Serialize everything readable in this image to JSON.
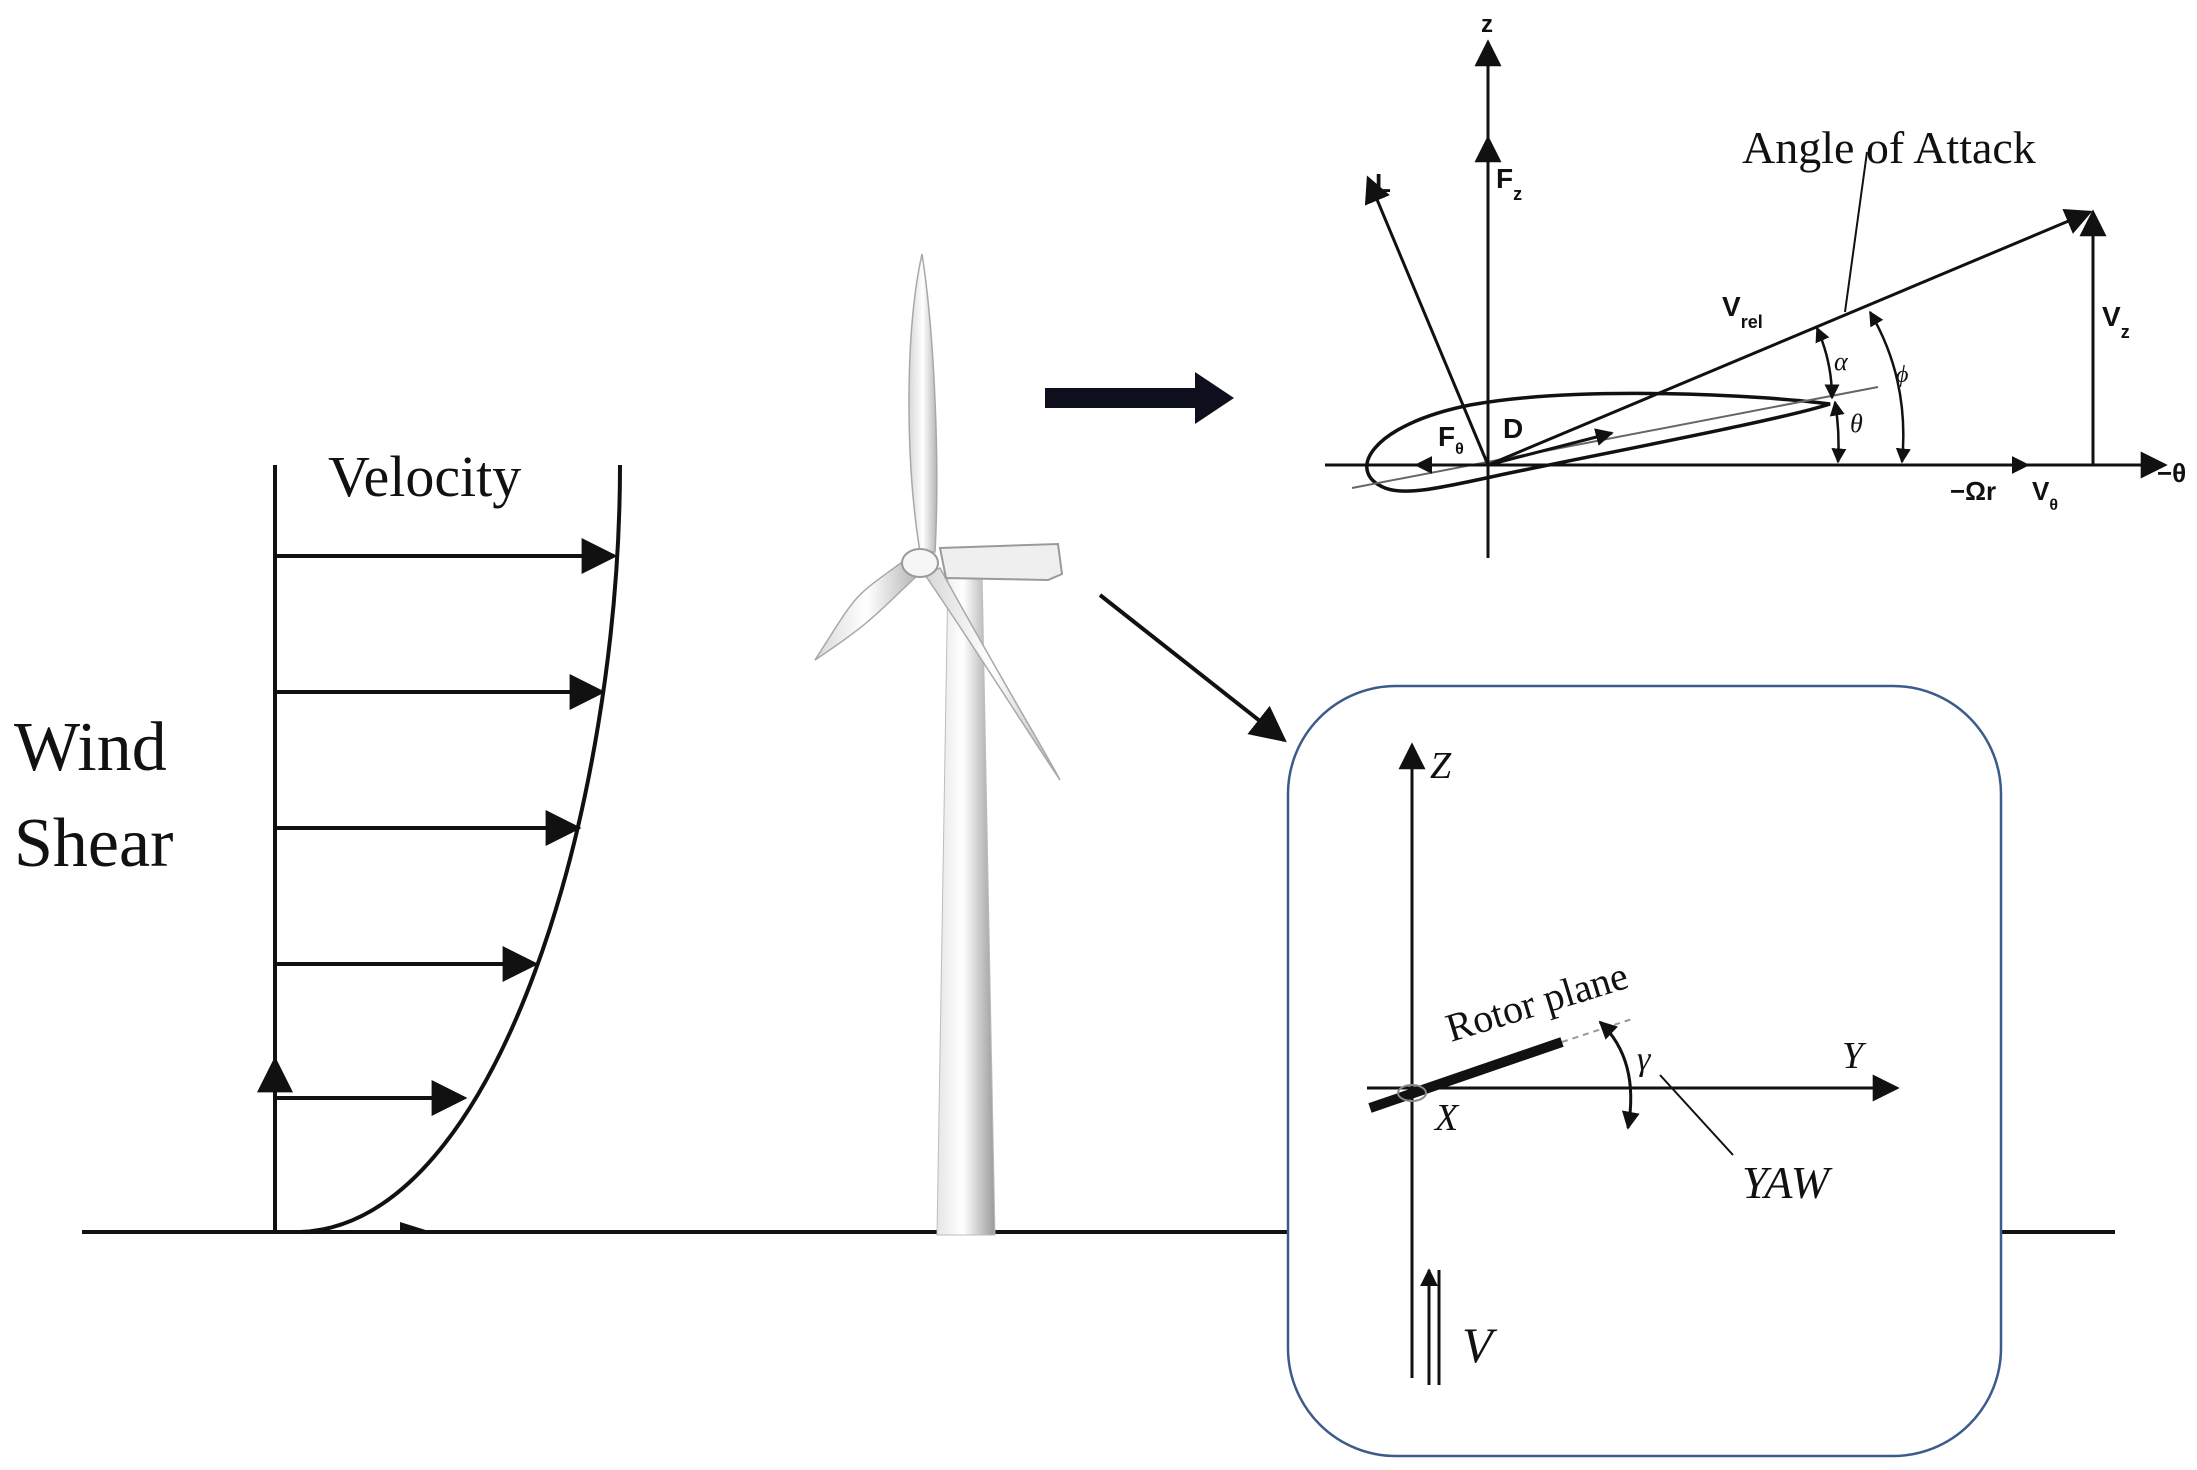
{
  "colors": {
    "ink": "#111111",
    "tower_light": "#f2f2f2",
    "tower_dark": "#9a9a9a",
    "inset_border": "#3b5b8a"
  },
  "wind_shear": {
    "title_line1": "Wind",
    "title_line2": "Shear",
    "velocity_label": "Velocity"
  },
  "airfoil": {
    "axis_z": "z",
    "lift": "L",
    "fz_main": "F",
    "fz_sub": "z",
    "angle_of_attack": "Angle of Attack",
    "vrel_main": "V",
    "vrel_sub": "rel",
    "vz_main": "V",
    "vz_sub": "z",
    "alpha": "α",
    "phi": "ϕ",
    "theta": "θ",
    "ftheta_main": "F",
    "ftheta_sub": "θ",
    "drag": "D",
    "omega_r": "−Ωr",
    "vtheta_main": "V",
    "vtheta_sub": "θ",
    "axis_minus_theta": "−θ"
  },
  "yaw_inset": {
    "axis_z": "Z",
    "axis_y": "Y",
    "axis_x": "X",
    "rotor_plane": "Rotor plane",
    "gamma": "γ",
    "yaw": "YAW",
    "velocity": "V"
  }
}
